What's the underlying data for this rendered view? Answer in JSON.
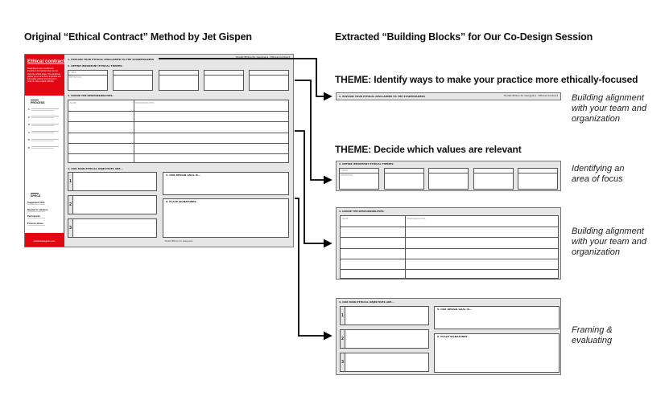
{
  "headings": {
    "left": "Original “Ethical Contract” Method by Jet Gispen",
    "right": "Extracted “Building Blocks” for Our Co-Design Session"
  },
  "themes": [
    "THEME: Identify ways to make your practice more ethically-focused",
    "THEME: Decide which values are relevant"
  ],
  "captions": [
    [
      "Building alignment",
      "with your team and",
      "organization"
    ],
    [
      "Identifying an",
      "area of focus"
    ],
    [
      "Building alignment",
      "with your team and",
      "organization"
    ],
    [
      "Framing &",
      "evaluating"
    ]
  ],
  "contract": {
    "title": "Ethical contract",
    "intro": "Designing is never neutral and therefore it is important that you can show the ethical angle. This worksheet guides you to write down important and achievable ethical commitments in order to make a stand ethically.",
    "process_label": "PROCESS",
    "process_numbers": [
      "1",
      "2",
      "3",
      "4",
      "5",
      "6"
    ],
    "specs_label": "SPECS",
    "specs": [
      "Suggested Time",
      "Needed in advance",
      "Participants",
      "Process phase"
    ],
    "footer": "ethicsfordesigners.com",
    "top_right": "Toolkit Ethics for designers · Ethical Contract",
    "bottom_credit": "Toolkit Ethics for designers",
    "sec1": "1. EXPLAIN YOUR ETHICAL DISCLAIMER TO THE STAKEHOLDERS",
    "sec2": "2. DEFINE IMPORTANT ETHICAL THEMES:",
    "theme_label": "THEME",
    "definition_label": "DEFINITION",
    "sec3": "3. DIVIDE THE RESPONSIBILITIES:",
    "col_name": "NAME",
    "col_resp": "RESPONSIBILITIES",
    "sec4": "4. OUR MAIN ETHICAL OBJECTIVES ARE...",
    "objective_numbers": [
      "1",
      "2",
      "3"
    ],
    "sec5": "5. OUR DESIGN GOAL IS...",
    "sec6": "6. PLACE SIGNATURES:"
  },
  "colors": {
    "brand_red": "#e30613",
    "arrow": "#000000"
  }
}
